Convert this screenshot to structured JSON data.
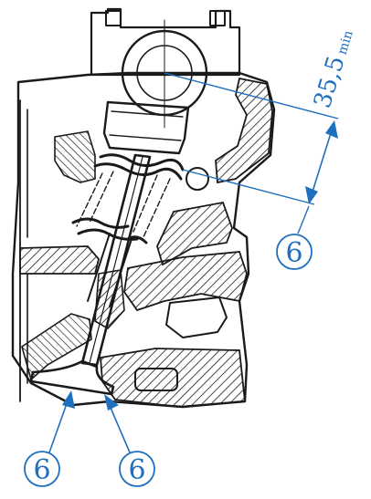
{
  "dimension": {
    "value": "35,5",
    "suffix": "min"
  },
  "callouts": {
    "top_right": "6",
    "bottom_left": "6",
    "bottom_right": "6"
  },
  "colors": {
    "annotation": "#1f6fbf",
    "ink": "#1a1a1a",
    "hatch": "#1a1a1a",
    "background": "#ffffff"
  }
}
